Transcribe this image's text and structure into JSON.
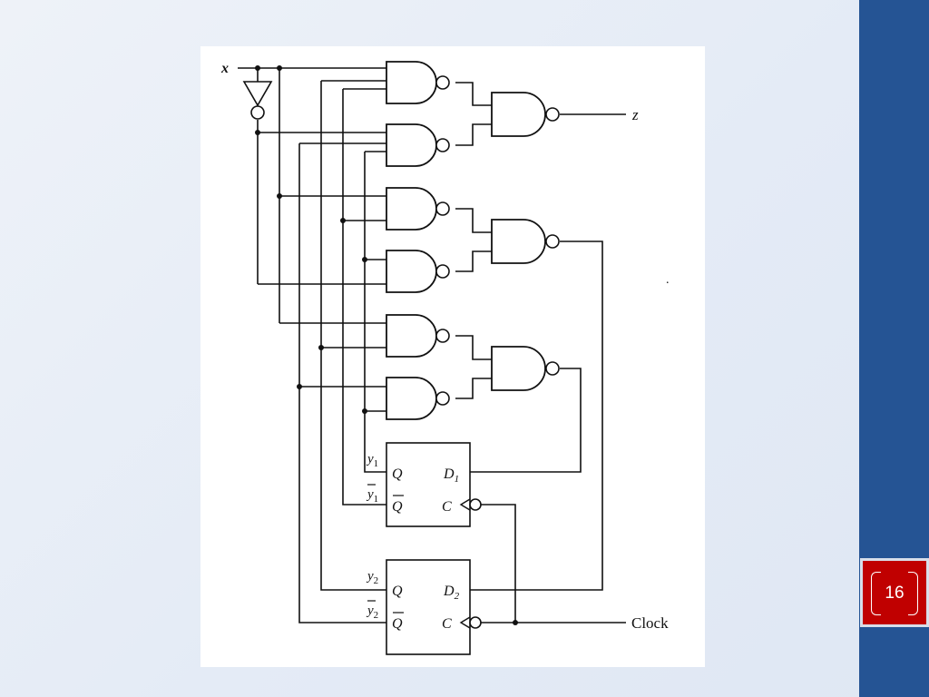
{
  "slide": {
    "page_number": "16"
  },
  "diagram": {
    "input_label": "x",
    "output_label": "z",
    "clock_label": "Clock",
    "ff1": {
      "q_label": "Q",
      "qbar_label": "Q",
      "d_label": "D",
      "d_sub": "1",
      "c_label": "C",
      "y_label": "y",
      "y_sub": "1",
      "ybar_label": "y",
      "ybar_sub": "1"
    },
    "ff2": {
      "q_label": "Q",
      "qbar_label": "Q",
      "d_label": "D",
      "d_sub": "2",
      "c_label": "C",
      "y_label": "y",
      "y_sub": "2",
      "ybar_label": "y",
      "ybar_sub": "2"
    },
    "stray_mark": "."
  }
}
